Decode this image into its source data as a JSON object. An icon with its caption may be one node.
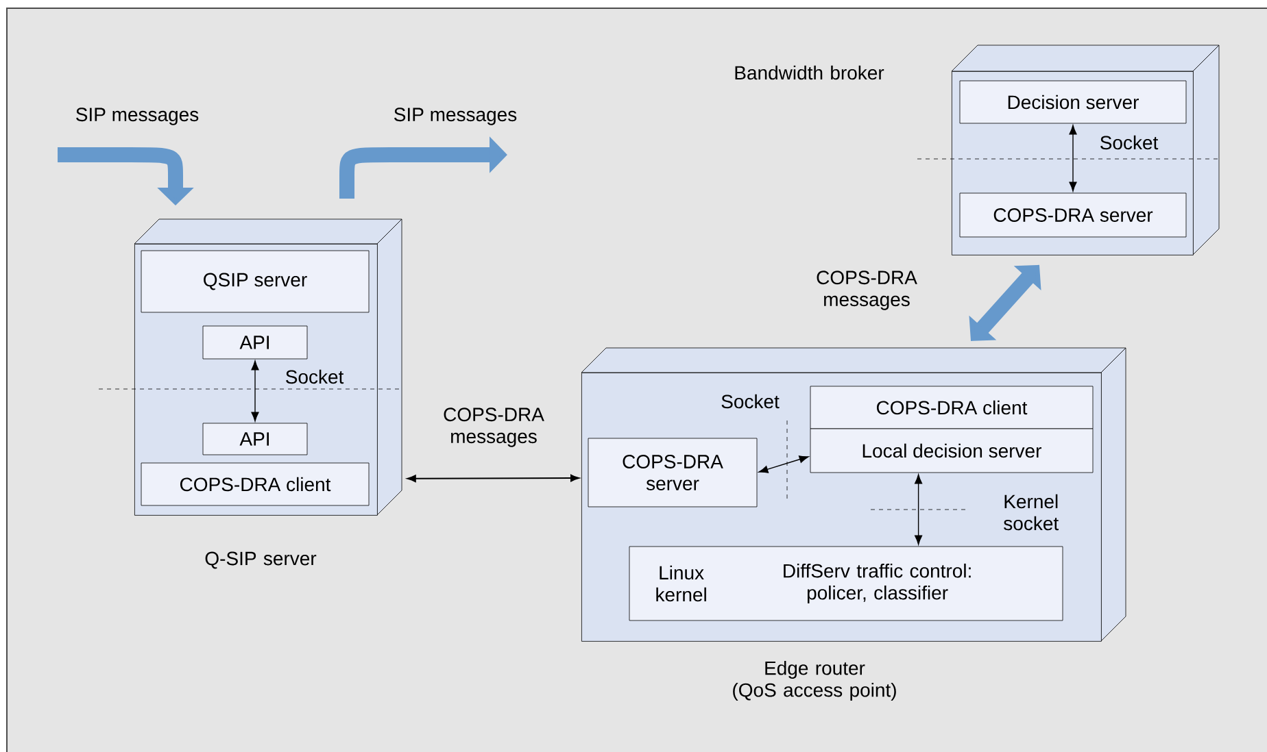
{
  "diagram": {
    "nodes": [
      {
        "text": [
          "Q-SIP server"
        ]
      },
      {
        "text": [
          "QSIP server"
        ],
        "in": 0
      },
      {
        "text": [
          "API"
        ],
        "in": 0
      },
      {
        "text": [
          "API"
        ],
        "in": 0
      },
      {
        "text": [
          "COPS-DRA client"
        ],
        "in": 0
      },
      {
        "text": [
          "Bandwidth broker"
        ]
      },
      {
        "text": [
          "Decision server"
        ],
        "in": 5
      },
      {
        "text": [
          "COPS-DRA server"
        ],
        "in": 5
      },
      {
        "text": [
          "Edge router (QoS access point)"
        ]
      },
      {
        "text": [
          "COPS-DRA server"
        ],
        "in": 8
      },
      {
        "text": [
          "COPS-DRA client"
        ],
        "in": 8
      },
      {
        "text": [
          "Local decision server"
        ],
        "in": 8
      },
      {
        "text": [
          "Linux kernel",
          "DiffServ traffic control: policer, classifier"
        ],
        "in": 8
      }
    ],
    "edges": [
      {
        "from": null,
        "to": 0,
        "arrow": "to",
        "label": "SIP messages",
        "style": "thick",
        "color": "#6699cc"
      },
      {
        "from": 0,
        "to": null,
        "arrow": "to",
        "label": "SIP messages",
        "style": "thick",
        "color": "#6699cc"
      },
      {
        "from": 2,
        "to": 3,
        "arrow": "both",
        "label": "Socket"
      },
      {
        "from": 0,
        "to": 8,
        "arrow": "both",
        "label": "COPS-DRA messages"
      },
      {
        "from": 6,
        "to": 7,
        "arrow": "both",
        "label": "Socket"
      },
      {
        "from": 8,
        "to": 5,
        "arrow": "both",
        "label": "COPS-DRA messages",
        "style": "thick",
        "color": "#6699cc"
      },
      {
        "from": 9,
        "to": 11,
        "arrow": "both",
        "label": "Socket"
      },
      {
        "from": 11,
        "to": 12,
        "arrow": "both",
        "label": "Kernel socket"
      }
    ]
  }
}
